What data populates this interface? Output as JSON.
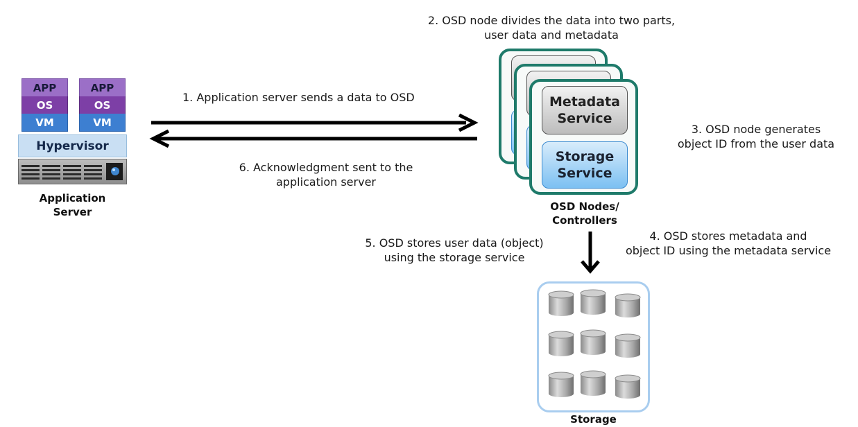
{
  "captions": {
    "step1": "1. Application server sends a data to OSD",
    "step2_line1": "2. OSD node divides the data into two parts,",
    "step2_line2": "user data and metadata",
    "step3_line1": "3. OSD node generates",
    "step3_line2": "object ID from the user data",
    "step4_line1": "4. OSD stores metadata and",
    "step4_line2": "object ID using the metadata service",
    "step5_line1": "5. OSD stores user data (object)",
    "step5_line2": "using the storage service",
    "step6_line1": "6. Acknowledgment sent to the",
    "step6_line2": "application server"
  },
  "application_server": {
    "vm1": {
      "app": "APP",
      "os": "OS",
      "vm": "VM"
    },
    "vm2": {
      "app": "APP",
      "os": "OS",
      "vm": "VM"
    },
    "hypervisor": "Hypervisor",
    "label_line1": "Application",
    "label_line2": "Server"
  },
  "osd": {
    "metadata_line1": "Metadata",
    "metadata_line2": "Service",
    "storage_line1": "Storage",
    "storage_line2": "Service",
    "label_line1": "OSD Nodes/",
    "label_line2": "Controllers"
  },
  "storage": {
    "label": "Storage"
  },
  "colors": {
    "node_border": "#1e7a6a",
    "storage_frame": "#a9cdef",
    "arrow": "#000000"
  }
}
